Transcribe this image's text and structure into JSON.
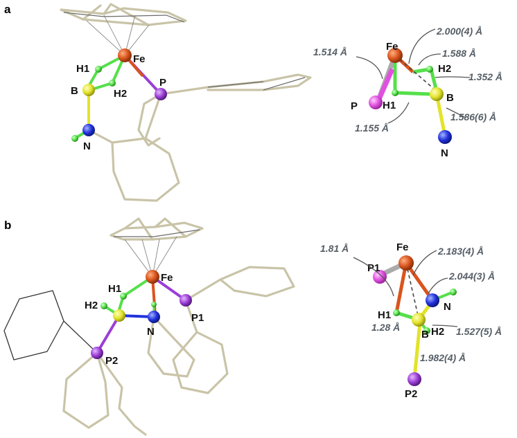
{
  "panels": [
    {
      "letter": "a",
      "structure": {
        "atoms": {
          "fe": "Fe",
          "h1": "H1",
          "h2": "H2",
          "b": "B",
          "p": "P",
          "n": "N"
        }
      },
      "detail": {
        "atoms": {
          "fe": "Fe",
          "h2": "H2",
          "h1": "H1",
          "b": "B",
          "p": "P",
          "n": "N"
        },
        "distances": [
          "1.514 Å",
          "2.000(4) Å",
          "1.588 Å",
          "1.352 Å",
          "1.155 Å",
          "1.586(6) Å"
        ]
      }
    },
    {
      "letter": "b",
      "structure": {
        "atoms": {
          "fe": "Fe",
          "h1": "H1",
          "h2": "H2",
          "n": "N",
          "p1": "P1",
          "p2": "P2"
        }
      },
      "detail": {
        "atoms": {
          "fe": "Fe",
          "p1": "P1",
          "n": "N",
          "h1": "H1",
          "b": "B",
          "h2": "H2",
          "p2": "P2"
        },
        "distances": [
          "1.81 Å",
          "2.183(4) Å",
          "2.044(3) Å",
          "1.28 Å",
          "1.527(5) Å",
          "1.982(4) Å"
        ]
      }
    }
  ],
  "colors": {
    "iron": "#d9541e",
    "boron": "#e3e32a",
    "hydrogen": "#55e04a",
    "phosphorus": "#9b3ed6",
    "phosphorus_light": "#e050e0",
    "nitrogen": "#2233dd"
  }
}
